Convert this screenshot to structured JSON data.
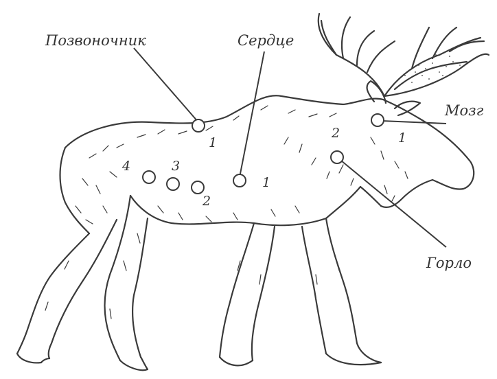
{
  "labels": {
    "spine": "Позвоночник",
    "heart": "Сердце",
    "brain": "Мозг",
    "throat": "Горло"
  },
  "numbers": {
    "spine_rank": "1",
    "heart_rank": "1",
    "brain_rank": "1",
    "throat_rank": "2",
    "body_4": "4",
    "body_3": "3",
    "body_2": "2"
  },
  "colors": {
    "ink": "#3a3a3a",
    "background": "#ffffff",
    "text": "#333333"
  }
}
